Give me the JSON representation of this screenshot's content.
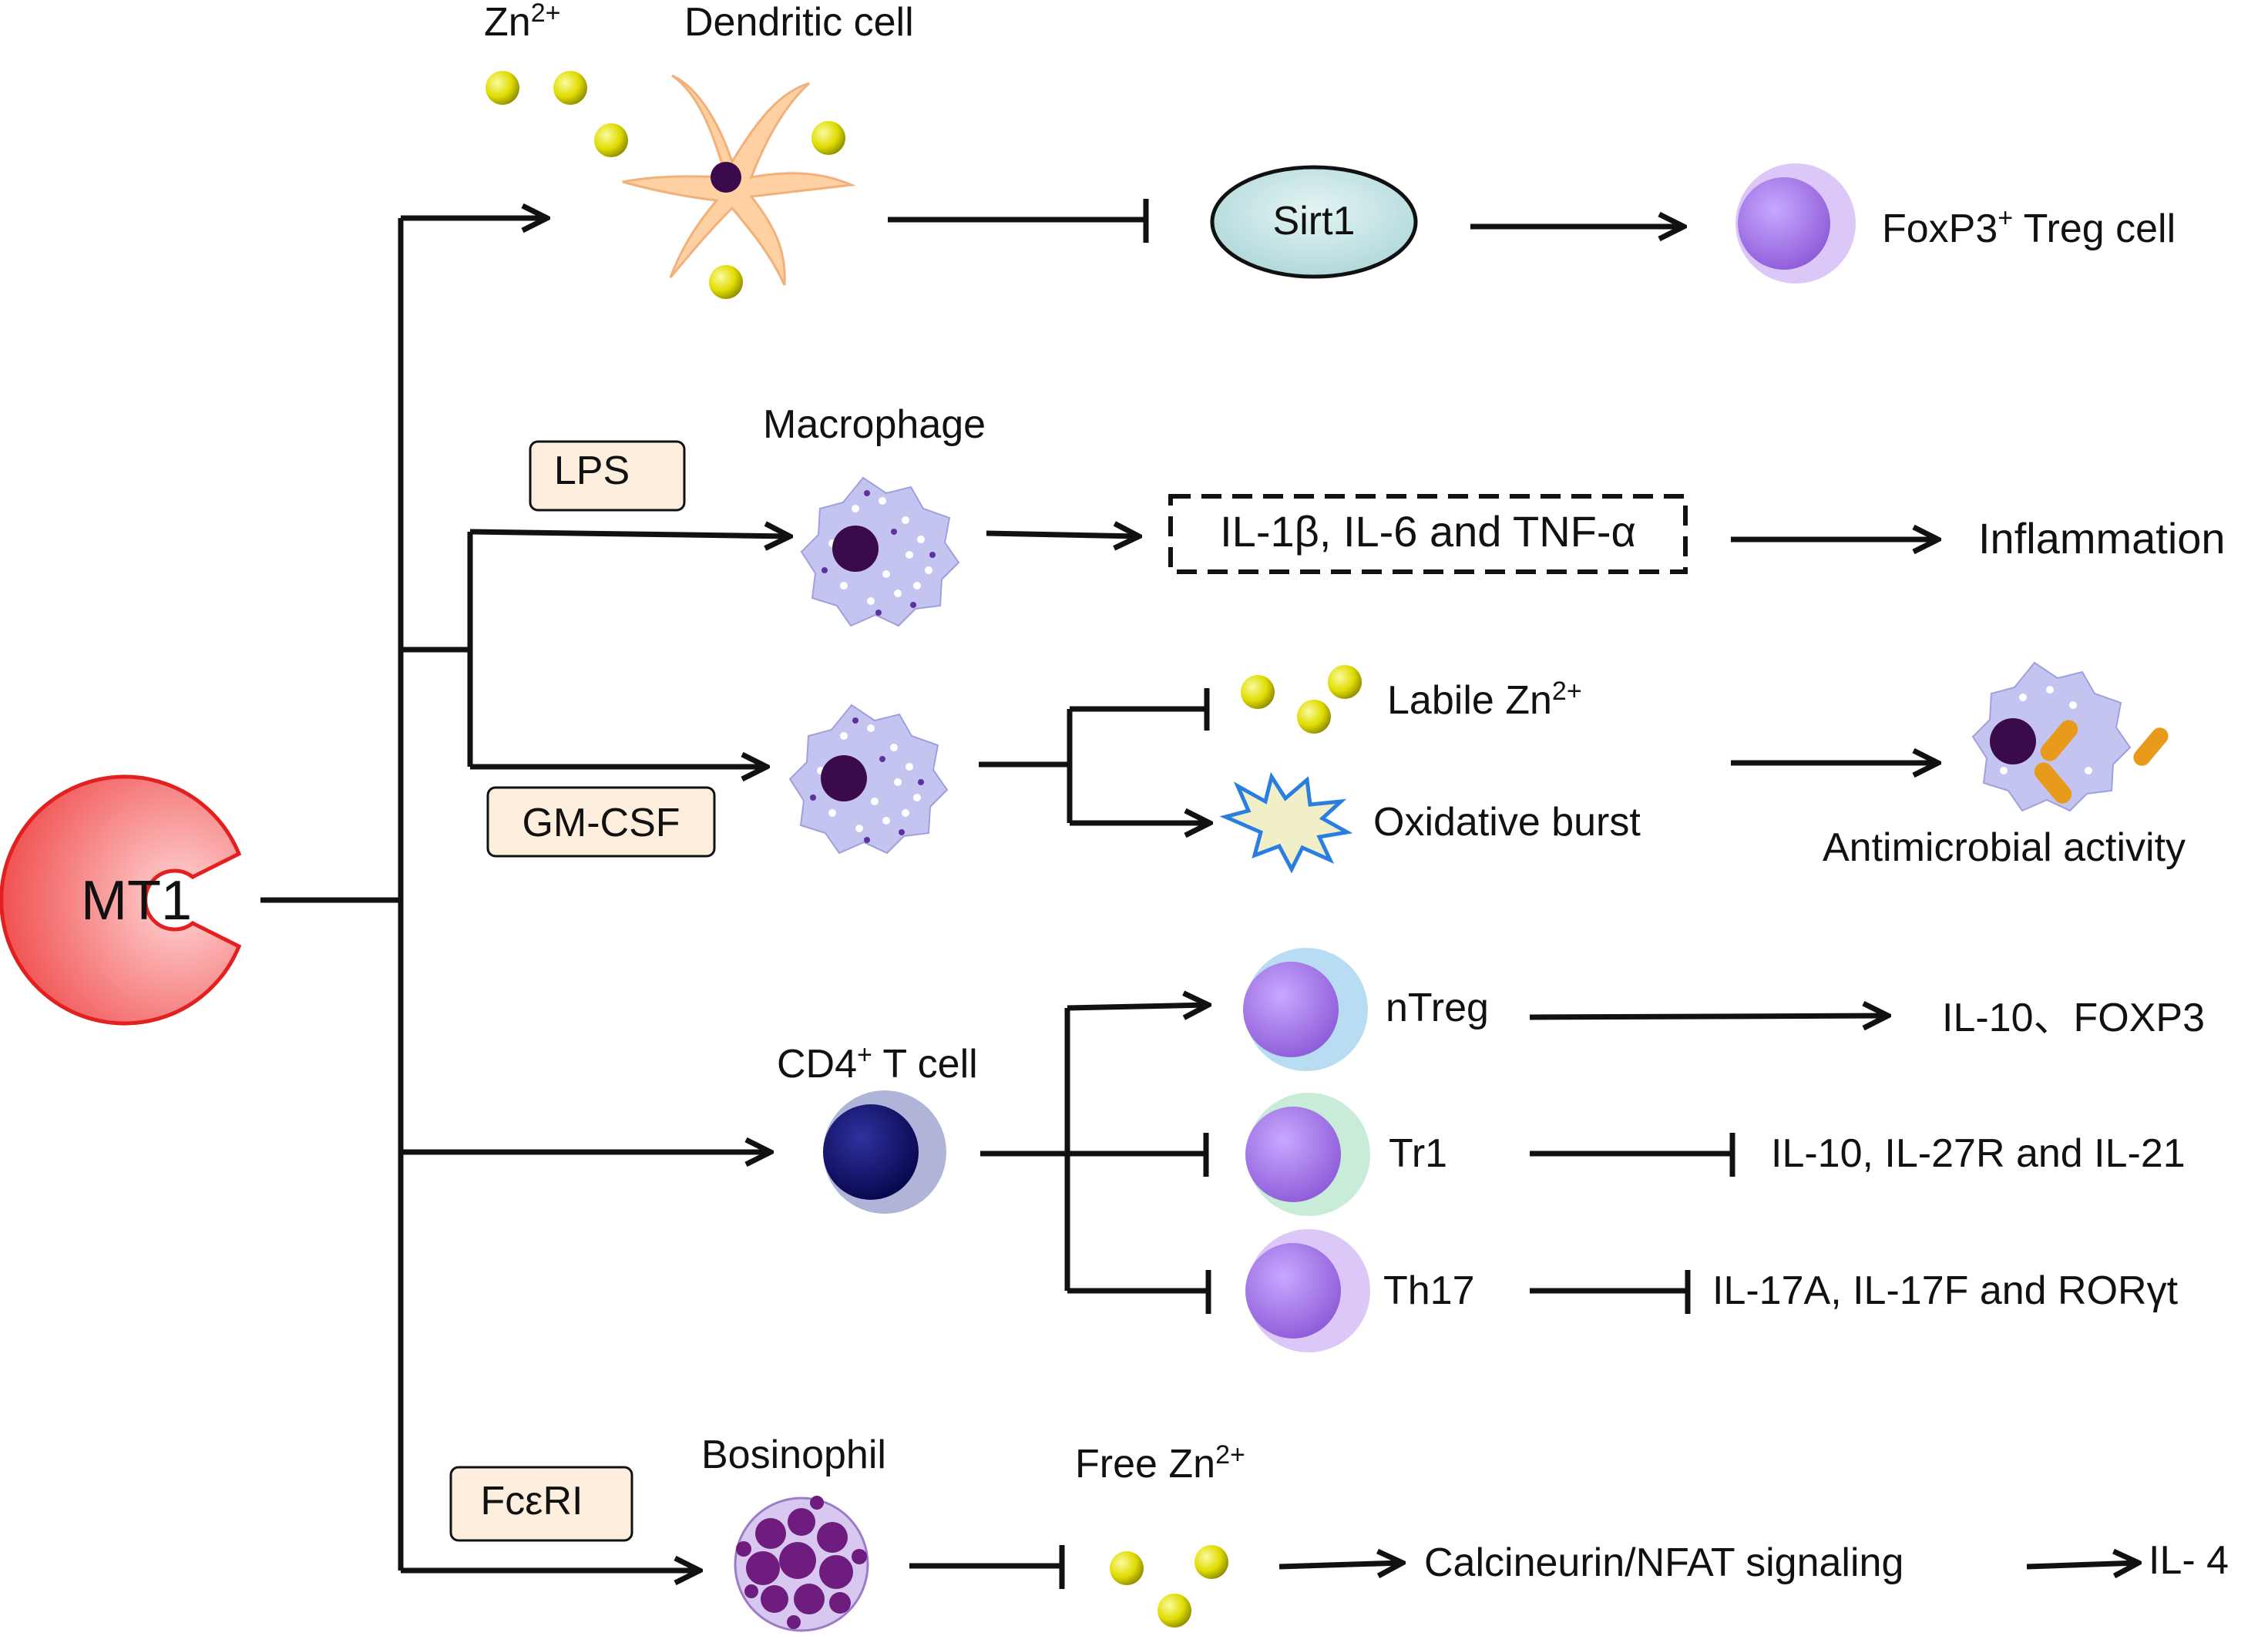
{
  "colors": {
    "mt1_fill": "#f26060",
    "mt1_stroke": "#e52222",
    "zinc": "#e3e000",
    "dendritic": "#ffcc99",
    "sirt1_fill": "#c4e5e5",
    "box_fill": "#fdeedd",
    "macrophage": "#c0c0ee",
    "nucleus_dark": "#3a0a4a",
    "nucleus_purple": "#9066dd",
    "nucleus_navy": "#101070",
    "bosinophil": "#6e1c7e",
    "bacteria": "#e89b1a",
    "burst_fill": "#f1efc8",
    "burst_stroke": "#2a7ee0",
    "line": "#111111"
  },
  "icons": {
    "mt1": "mt1-protein-icon",
    "zinc": "zinc-ion-icon",
    "dendritic": "dendritic-cell-icon",
    "macrophage": "macrophage-icon",
    "t_cell": "t-cell-icon",
    "bosinophil": "bosinophil-icon",
    "burst": "oxidative-burst-icon",
    "bacteria": "bacteria-icon"
  },
  "labels": {
    "mt1": "MT1",
    "zn": "Zn",
    "zn_charge": "2+",
    "dendritic_cell": "Dendritic cell",
    "sirt1": "Sirt1",
    "foxp3": "FoxP3",
    "foxp3_sup": "+",
    "treg_cell": " Treg cell",
    "lps": "LPS",
    "macrophage": "Macrophage",
    "cytokines": "IL-1β, IL-6 and TNF-α",
    "inflammation": "Inflammation",
    "gm_csf": "GM-CSF",
    "labile_zn": "Labile Zn",
    "labile_zn_sup": "2+",
    "oxidative_burst": "Oxidative burst",
    "antimicrobial": "Antimicrobial activity",
    "cd4": "CD4",
    "cd4_sup": "+",
    "t_cell": " T cell",
    "ntreg": "nTreg",
    "ntreg_out": "IL-10、FOXP3",
    "tr1": "Tr1",
    "tr1_out": "IL-10, IL-27R and IL-21",
    "th17": "Th17",
    "th17_out": "IL-17A, IL-17F and RORγt",
    "fceri": "FcεRI",
    "bosinophil": "Bosinophil",
    "free_zn": "Free Zn",
    "free_zn_sup": "2+",
    "calcineurin": "Calcineurin/NFAT signaling",
    "il4": "IL- 4"
  }
}
